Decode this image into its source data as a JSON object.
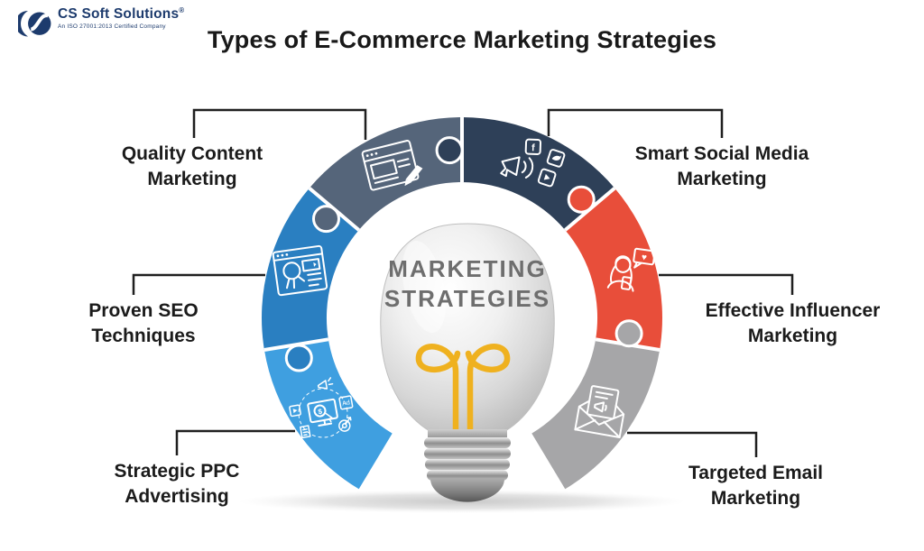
{
  "logo": {
    "name": "CS Soft Solutions",
    "reg": "®",
    "tagline": "An ISO 27001:2013 Certified Company",
    "color": "#1d3b6d"
  },
  "title": "Types of E-Commerce Marketing Strategies",
  "bulb": {
    "line1": "MARKETING",
    "line2": "STRATEGIES",
    "text_color": "#6e6e6e",
    "filament_color": "#efb11f"
  },
  "segments": [
    {
      "label": "Quality Content Marketing",
      "color": "#55657a",
      "icon": "content-marketing-icon",
      "position": "top-left"
    },
    {
      "label": "Smart Social Media Marketing",
      "color": "#2e4058",
      "icon": "social-media-icon",
      "position": "top-right"
    },
    {
      "label": "Proven SEO Techniques",
      "color": "#2a7fc1",
      "icon": "seo-search-icon",
      "position": "middle-left"
    },
    {
      "label": "Effective Influencer Marketing",
      "color": "#e84e3a",
      "icon": "influencer-icon",
      "position": "middle-right"
    },
    {
      "label": "Strategic PPC Advertising",
      "color": "#3f9fe0",
      "icon": "ppc-monitor-icon",
      "position": "bottom-left"
    },
    {
      "label": "Targeted Email Marketing",
      "color": "#a6a6a8",
      "icon": "email-envelope-icon",
      "position": "bottom-right"
    }
  ],
  "icon_glyphs": {
    "facebook": "f",
    "ad": "Ad",
    "dollar": "$",
    "heart": "♥"
  }
}
